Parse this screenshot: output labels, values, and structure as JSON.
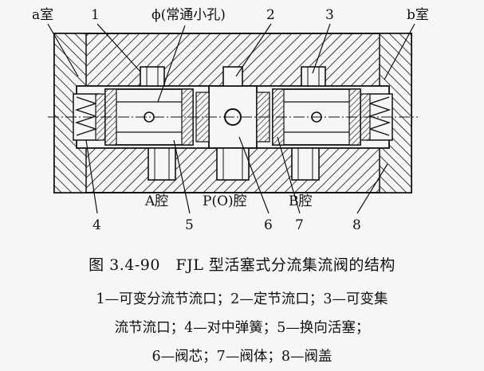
{
  "figure": {
    "labels": {
      "a_chamber": "a室",
      "b_chamber": "b室",
      "orifice": "ϕ(常通小孔)",
      "a_cavity": "A腔",
      "p_cavity": "P(O)腔",
      "b_cavity": "B腔",
      "n1": "1",
      "n2": "2",
      "n3": "3",
      "n4": "4",
      "n5": "5",
      "n6": "6",
      "n7": "7",
      "n8": "8"
    }
  },
  "caption": {
    "title": "图 3.4-90　FJL 型活塞式分流集流阀的结构",
    "legend_line1": "1—可变分流节流口；2—定节流口；3—可变集",
    "legend_line2": "流节流口；4—对中弹簧；5—换向活塞；",
    "legend_line3": "6—阀芯；7—阀体；8—阀盖"
  }
}
